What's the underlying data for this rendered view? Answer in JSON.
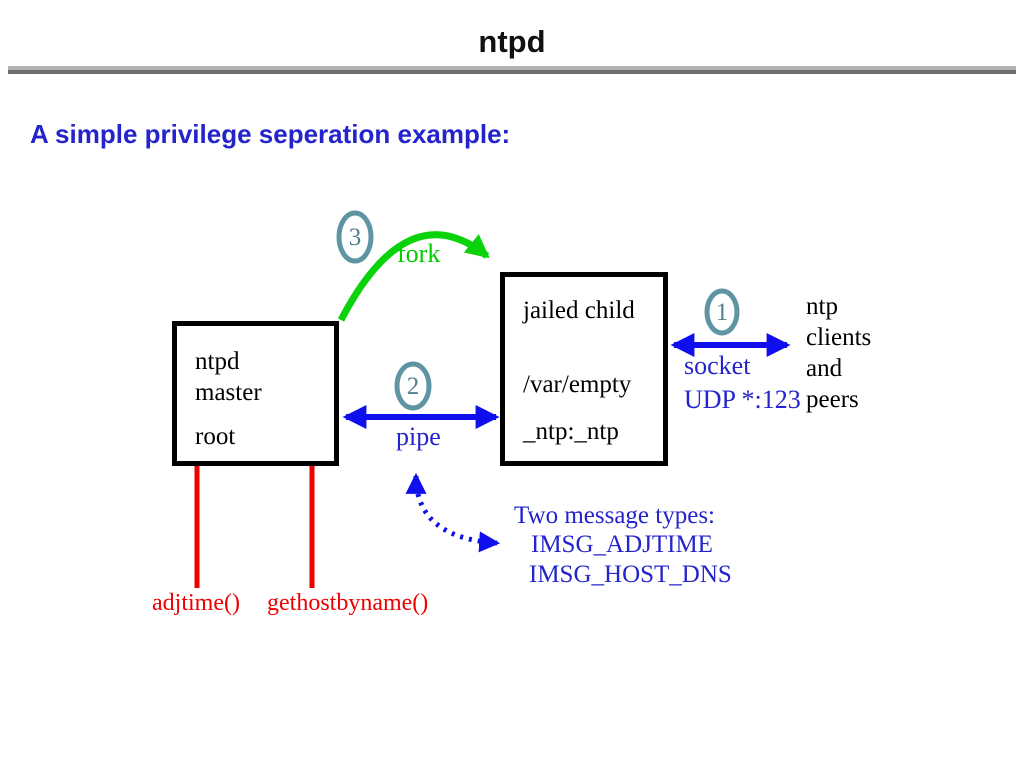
{
  "slide": {
    "title": "ntpd",
    "subtitle": "A simple privilege seperation example:"
  },
  "colors": {
    "arrow_blue": "#0f0fee",
    "text_blue": "#2424cc",
    "green": "#0bd30b",
    "red": "#ee0000",
    "circle_teal": "#5f95a2"
  },
  "diagram": {
    "master_box": {
      "lines": [
        "ntpd",
        "master",
        "root"
      ]
    },
    "child_box": {
      "lines": [
        "jailed child",
        "/var/empty",
        "_ntp:_ntp"
      ]
    },
    "labels": {
      "fork": "fork",
      "pipe": "pipe",
      "socket": "socket",
      "udp": "UDP *:123",
      "adjtime": "adjtime()",
      "gethostbyname": "gethostbyname()"
    },
    "steps": {
      "one": "1",
      "two": "2",
      "three": "3"
    },
    "peers": {
      "lines": [
        "ntp",
        "clients",
        "and",
        "peers"
      ]
    },
    "message_types": {
      "heading": "Two message types:",
      "items": [
        "IMSG_ADJTIME",
        "IMSG_HOST_DNS"
      ]
    }
  }
}
